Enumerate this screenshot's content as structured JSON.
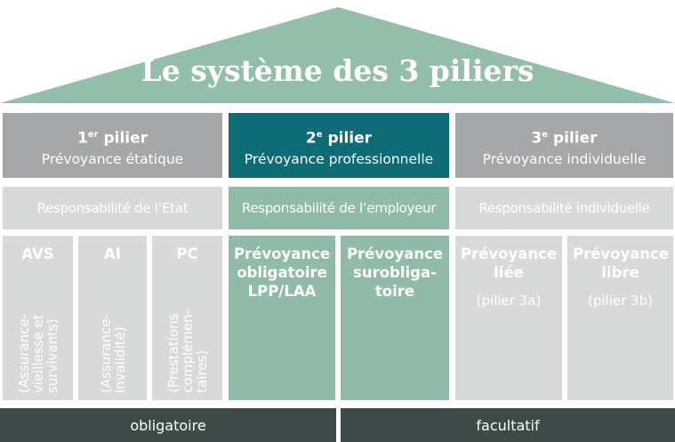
{
  "title": "Le système des 3 piliers",
  "colors": {
    "roof": "#93bea9",
    "gray": "#a6a7a8",
    "teal": "#0f6c77",
    "light": "#d8d9d9",
    "green": "#8fbba8",
    "bar": "#3e4a47"
  },
  "pillars": [
    {
      "num": "1",
      "sup": "er",
      "word": "pilier",
      "name": "Prévoyance étatique",
      "resp": "Responsabilité de l’Etat"
    },
    {
      "num": "2",
      "sup": "e",
      "word": "pilier",
      "name": "Prévoyance professionnelle",
      "resp": "Responsabilité de l’employeur"
    },
    {
      "num": "3",
      "sup": "e",
      "word": "pilier",
      "name": "Prévoyance individuelle",
      "resp": "Responsabilité individuelle"
    }
  ],
  "sub": {
    "avs": {
      "h": "AVS",
      "d": "(Assurance-\nvieillesse et\nsurvivants)"
    },
    "ai": {
      "h": "AI",
      "d": "(Assurance-\ninvalidité)"
    },
    "pc": {
      "h": "PC",
      "d": "(Prestations\ncomplémen-\ntaires)"
    },
    "lpp": {
      "h": "Prévoyance obligatoire LPP/LAA"
    },
    "suro": {
      "h": "Prévoyance surobliga-toire"
    },
    "liee": {
      "h": "Prévoyance liée",
      "p": "(pilier 3a)"
    },
    "libre": {
      "h": "Prévoyance libre",
      "p": "(pilier 3b)"
    }
  },
  "footer": {
    "left": "obligatoire",
    "right": "facultatif"
  }
}
